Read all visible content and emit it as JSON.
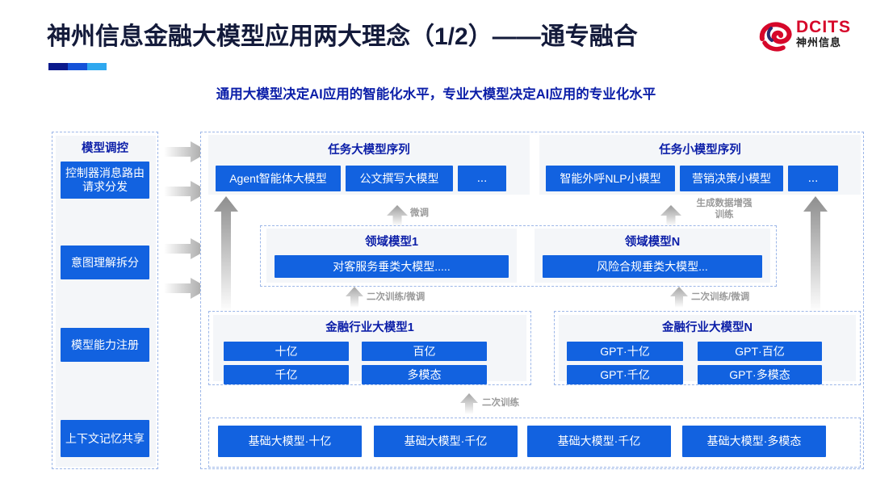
{
  "header": {
    "title": "神州信息金融大模型应用两大理念（1/2）——通专融合",
    "subtitle": "通用大模型决定AI应用的智能化水平，专业大模型决定AI应用的专业化水平",
    "logo": {
      "en": "DCITS",
      "cn": "神州信息",
      "mark_color": "#d6072a"
    }
  },
  "colors": {
    "brand_red": "#d6072a",
    "title_navy": "#131a3a",
    "accent_blue": "#1262e0",
    "header_blue": "#0b1ea8",
    "panel_gray": "#f4f6f9",
    "arrow_gray": "#9a9a9a"
  },
  "left_panel": {
    "title": "模型调控",
    "items": [
      {
        "label": "控制器消息路由请求分发"
      },
      {
        "label": "意图理解拆分"
      },
      {
        "label": "模型能力注册"
      },
      {
        "label": "上下文记忆共享"
      }
    ]
  },
  "task_sequences": [
    {
      "title": "任务大模型序列",
      "items": [
        {
          "label": "Agent智能体大模型"
        },
        {
          "label": "公文撰写大模型"
        },
        {
          "label": "..."
        }
      ]
    },
    {
      "title": "任务小模型序列",
      "items": [
        {
          "label": "智能外呼NLP小模型"
        },
        {
          "label": "营销决策小模型"
        },
        {
          "label": "..."
        }
      ]
    }
  ],
  "domain_models": [
    {
      "title": "领域模型1",
      "items": [
        {
          "label": "对客服务垂类大模型....."
        }
      ]
    },
    {
      "title": "领域模型N",
      "items": [
        {
          "label": "风险合规垂类大模型..."
        }
      ]
    }
  ],
  "industry_models": [
    {
      "title": "金融行业大模型1",
      "items": [
        {
          "label": "十亿"
        },
        {
          "label": "百亿"
        },
        {
          "label": "千亿"
        },
        {
          "label": "多模态"
        }
      ]
    },
    {
      "title": "金融行业大模型N",
      "items": [
        {
          "label": "GPT·十亿"
        },
        {
          "label": "GPT·百亿"
        },
        {
          "label": "GPT·千亿"
        },
        {
          "label": "GPT·多模态"
        }
      ]
    }
  ],
  "foundation_models": [
    {
      "label": "基础大模型·十亿"
    },
    {
      "label": "基础大模型·千亿"
    },
    {
      "label": "基础大模型·千亿"
    },
    {
      "label": "基础大模型·多模态"
    }
  ],
  "arrow_labels": {
    "fine_tune": "微调",
    "data_aug_line1": "生成数据增强",
    "data_aug_line2": "训练",
    "retrain_finetune_left": "二次训练/微调",
    "retrain_finetune_right": "二次训练/微调",
    "retrain": "二次训练"
  }
}
